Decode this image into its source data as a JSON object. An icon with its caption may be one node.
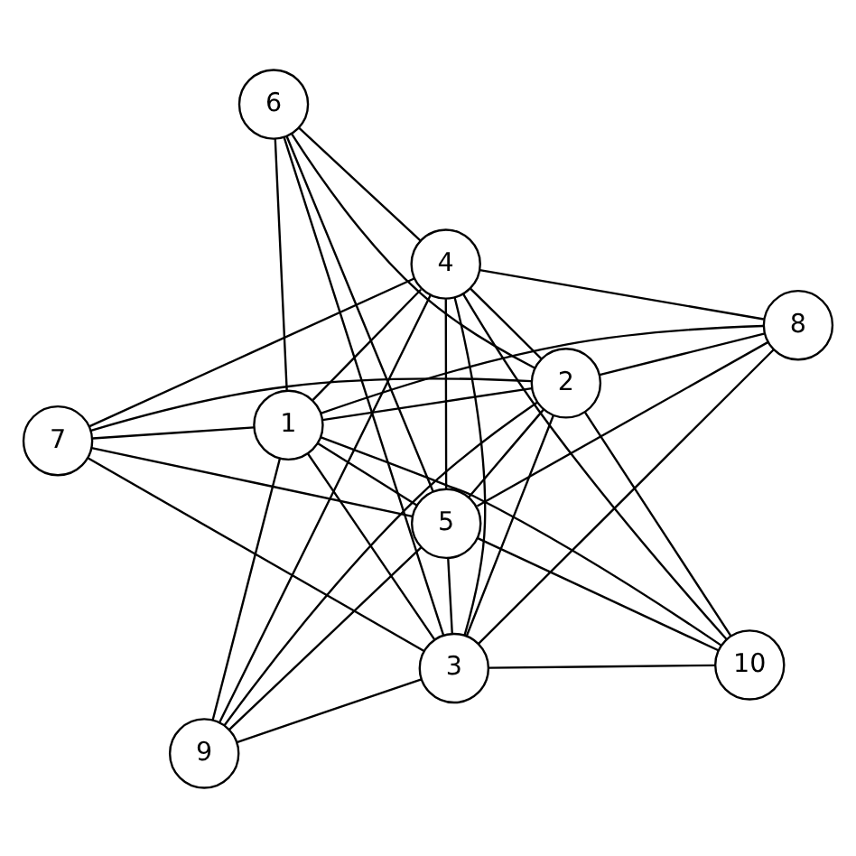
{
  "diagram": {
    "nodes": [
      {
        "text": [
          "1"
        ]
      },
      {
        "text": [
          "2"
        ]
      },
      {
        "text": [
          "3"
        ]
      },
      {
        "text": [
          "4"
        ]
      },
      {
        "text": [
          "5"
        ]
      },
      {
        "text": [
          "6"
        ]
      },
      {
        "text": [
          "7"
        ]
      },
      {
        "text": [
          "8"
        ]
      },
      {
        "text": [
          "9"
        ]
      },
      {
        "text": [
          "10"
        ]
      }
    ],
    "edges": [
      {
        "from": 0,
        "to": 1,
        "arrow": "none"
      },
      {
        "from": 0,
        "to": 2,
        "arrow": "none"
      },
      {
        "from": 0,
        "to": 3,
        "arrow": "none"
      },
      {
        "from": 0,
        "to": 4,
        "arrow": "none"
      },
      {
        "from": 1,
        "to": 2,
        "arrow": "none"
      },
      {
        "from": 1,
        "to": 3,
        "arrow": "none"
      },
      {
        "from": 1,
        "to": 4,
        "arrow": "none"
      },
      {
        "from": 2,
        "to": 3,
        "arrow": "none"
      },
      {
        "from": 2,
        "to": 4,
        "arrow": "none"
      },
      {
        "from": 3,
        "to": 4,
        "arrow": "none"
      },
      {
        "from": 5,
        "to": 0,
        "arrow": "none"
      },
      {
        "from": 5,
        "to": 1,
        "arrow": "none"
      },
      {
        "from": 5,
        "to": 2,
        "arrow": "none"
      },
      {
        "from": 5,
        "to": 3,
        "arrow": "none"
      },
      {
        "from": 5,
        "to": 4,
        "arrow": "none"
      },
      {
        "from": 6,
        "to": 0,
        "arrow": "none"
      },
      {
        "from": 6,
        "to": 1,
        "arrow": "none"
      },
      {
        "from": 6,
        "to": 2,
        "arrow": "none"
      },
      {
        "from": 6,
        "to": 3,
        "arrow": "none"
      },
      {
        "from": 6,
        "to": 4,
        "arrow": "none"
      },
      {
        "from": 7,
        "to": 0,
        "arrow": "none"
      },
      {
        "from": 7,
        "to": 1,
        "arrow": "none"
      },
      {
        "from": 7,
        "to": 2,
        "arrow": "none"
      },
      {
        "from": 7,
        "to": 3,
        "arrow": "none"
      },
      {
        "from": 7,
        "to": 4,
        "arrow": "none"
      },
      {
        "from": 8,
        "to": 0,
        "arrow": "none"
      },
      {
        "from": 8,
        "to": 1,
        "arrow": "none"
      },
      {
        "from": 8,
        "to": 2,
        "arrow": "none"
      },
      {
        "from": 8,
        "to": 3,
        "arrow": "none"
      },
      {
        "from": 8,
        "to": 4,
        "arrow": "none"
      },
      {
        "from": 9,
        "to": 0,
        "arrow": "none"
      },
      {
        "from": 9,
        "to": 1,
        "arrow": "none"
      },
      {
        "from": 9,
        "to": 2,
        "arrow": "none"
      },
      {
        "from": 9,
        "to": 3,
        "arrow": "none"
      },
      {
        "from": 9,
        "to": 4,
        "arrow": "none"
      }
    ]
  }
}
